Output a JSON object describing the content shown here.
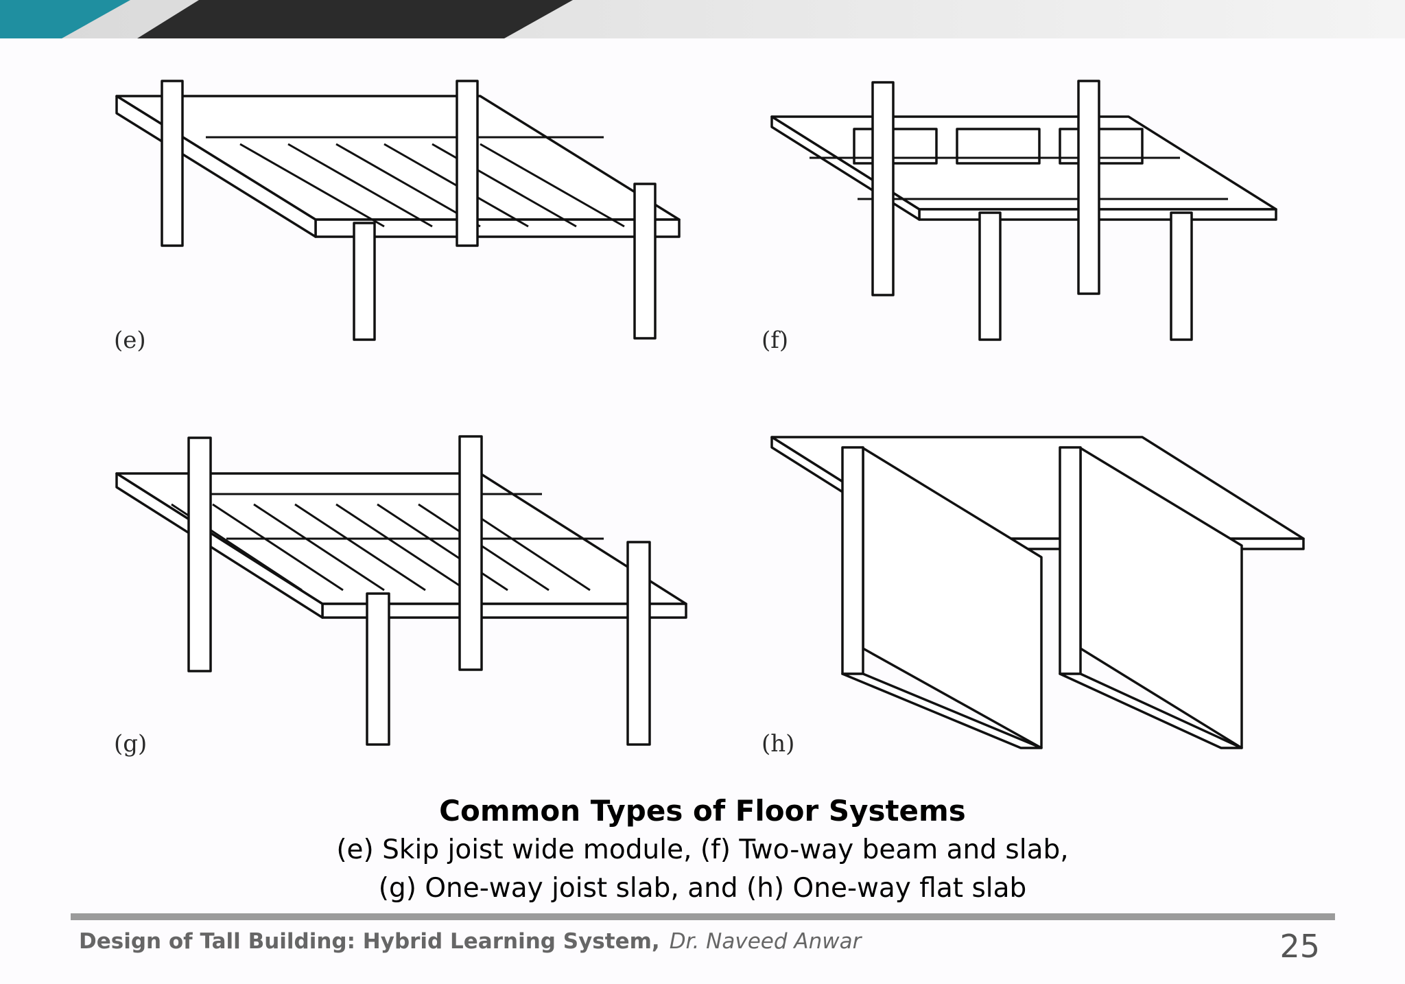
{
  "figure": {
    "panels": [
      {
        "label": "(e)"
      },
      {
        "label": "(f)"
      },
      {
        "label": "(g)"
      },
      {
        "label": "(h)"
      }
    ]
  },
  "caption": {
    "title": "Common Types of Floor Systems",
    "line1": "(e) Skip joist wide module, (f) Two-way beam and slab,",
    "line2": "(g) One-way joist slab, and (h) One-way flat slab"
  },
  "footer": {
    "course": "Design of Tall Building: Hybrid Learning System,",
    "author": "Dr. Naveed Anwar",
    "page_number": "25"
  },
  "colors": {
    "header_teal": "#1f8fa0",
    "header_dark": "#2b2b2b",
    "rule_gray": "#9b9b9b"
  }
}
